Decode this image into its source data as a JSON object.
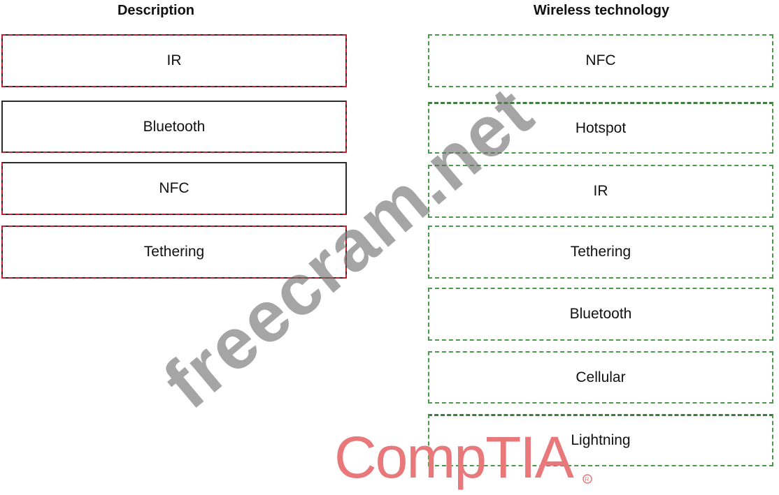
{
  "headers": {
    "description": "Description",
    "wireless_technology": "Wireless technology"
  },
  "description_items": [
    {
      "label": "IR"
    },
    {
      "label": "Bluetooth"
    },
    {
      "label": "NFC"
    },
    {
      "label": "Tethering"
    }
  ],
  "technology_items": [
    {
      "label": "NFC"
    },
    {
      "label": "Hotspot"
    },
    {
      "label": "IR"
    },
    {
      "label": "Tethering"
    },
    {
      "label": "Bluetooth"
    },
    {
      "label": "Cellular"
    },
    {
      "label": "Lightning"
    }
  ],
  "watermarks": {
    "site": "freecram.net",
    "logo": "CompTIA"
  },
  "colors": {
    "description_border": "#c2202f",
    "technology_border": "#4a9a4a",
    "logo": "#e8787a",
    "watermark": "#6e6e6e"
  }
}
